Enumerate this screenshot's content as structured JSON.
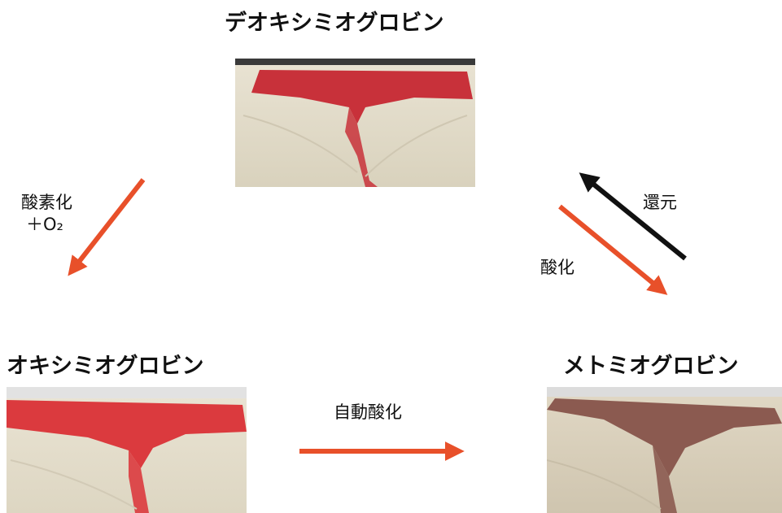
{
  "states": {
    "deoxy": {
      "title": "デオキシミオグロビン",
      "flesh_color": "#c8313a"
    },
    "oxy": {
      "title": "オキシミオグロビン",
      "flesh_color": "#db3a3e"
    },
    "met": {
      "title": "メトミオグロビン",
      "flesh_color": "#8b5a50"
    }
  },
  "transitions": {
    "oxygenation": {
      "label": "酸素化",
      "sublabel": "＋O₂"
    },
    "oxidation": {
      "label": "酸化"
    },
    "reduction": {
      "label": "還元"
    },
    "autoxidation": {
      "label": "自動酸化"
    }
  },
  "colors": {
    "arrow_orange": "#e8502a",
    "arrow_black": "#111111",
    "flesh_base": "#e4ddcb"
  }
}
